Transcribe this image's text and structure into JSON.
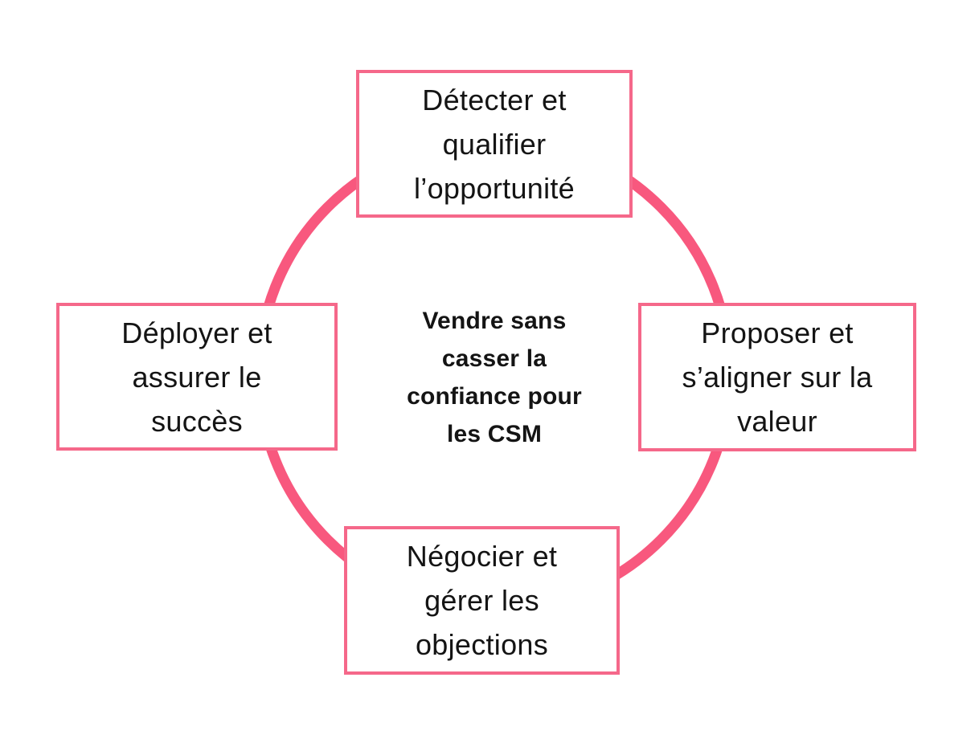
{
  "diagram": {
    "type": "cycle",
    "title": "Vendre sans\ncasser la\nconfiance pour\nles CSM",
    "nodes": [
      {
        "id": "top",
        "position": "top",
        "label": "Détecter et\nqualifier\nl’opportunité"
      },
      {
        "id": "right",
        "position": "right",
        "label": "Proposer et\ns’aligner sur la\nvaleur"
      },
      {
        "id": "bottom",
        "position": "bottom",
        "label": "Négocier et\ngérer les\nobjections"
      },
      {
        "id": "left",
        "position": "left",
        "label": "Déployer et\nassurer le\nsuccès"
      }
    ]
  },
  "colors": {
    "accent": "#F8587E",
    "node_border": "#F5688A",
    "node_background": "#FFFFFF",
    "text": "#141414",
    "background": "#FFFFFF"
  }
}
